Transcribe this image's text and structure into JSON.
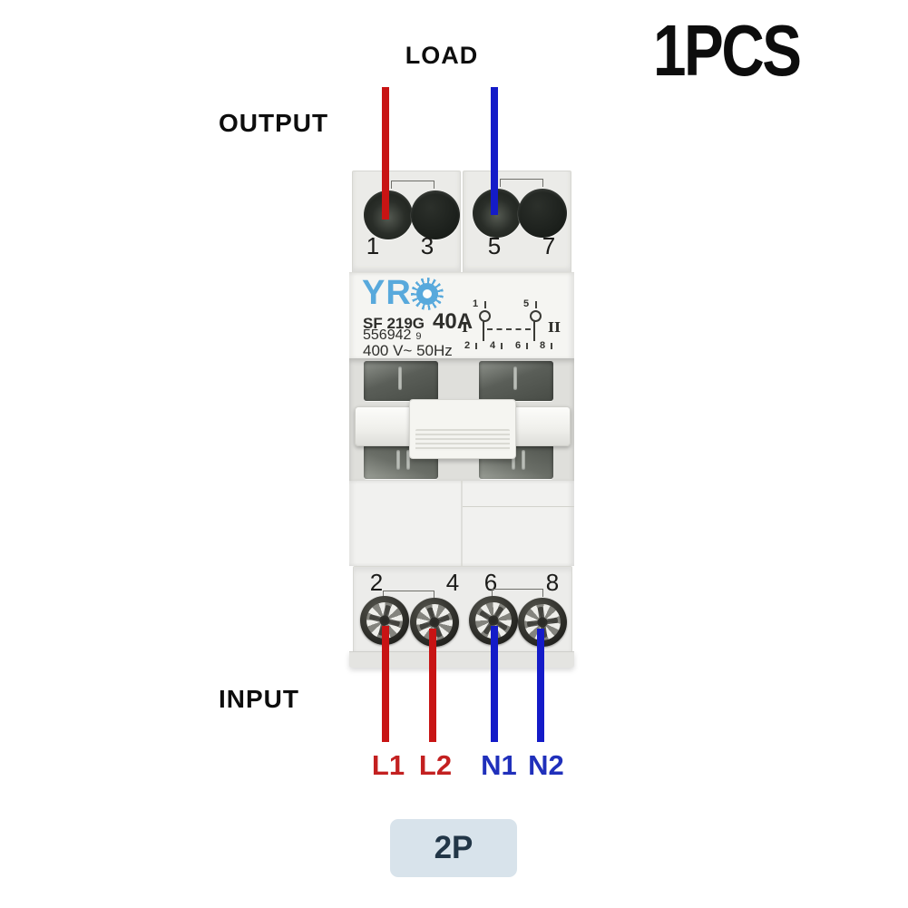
{
  "annotations": {
    "qty_label": "1PCS",
    "load_label": "LOAD",
    "output_label": "OUTPUT",
    "input_label": "INPUT",
    "pole_badge": "2P",
    "wire_labels": [
      {
        "text": "L1",
        "type": "live"
      },
      {
        "text": "L2",
        "type": "live"
      },
      {
        "text": "N1",
        "type": "neutral"
      },
      {
        "text": "N2",
        "type": "neutral"
      }
    ]
  },
  "device": {
    "brand_prefix": "YR",
    "brand_logo_icon": "sun-burst-logo",
    "model": "SF 219G",
    "current_rating": "40A",
    "serial": "556942",
    "serial_suffix": "9",
    "voltage_rating": "400 V~ 50Hz",
    "top_terminals": [
      "1",
      "3",
      "5",
      "7"
    ],
    "bottom_terminals": [
      "2",
      "4",
      "6",
      "8"
    ],
    "schematic": {
      "position_left": "I",
      "position_right": "II",
      "top_nodes": [
        "1",
        "5"
      ],
      "bottom_nodes": [
        "2",
        "4",
        "6",
        "8"
      ]
    }
  },
  "colors": {
    "page_background": "#ffffff",
    "live_wire_red": "#c81414",
    "neutral_wire_blue": "#141bc8",
    "brand_blue": "#58a9dc",
    "badge_background": "#d8e3eb",
    "badge_text": "#223647"
  }
}
